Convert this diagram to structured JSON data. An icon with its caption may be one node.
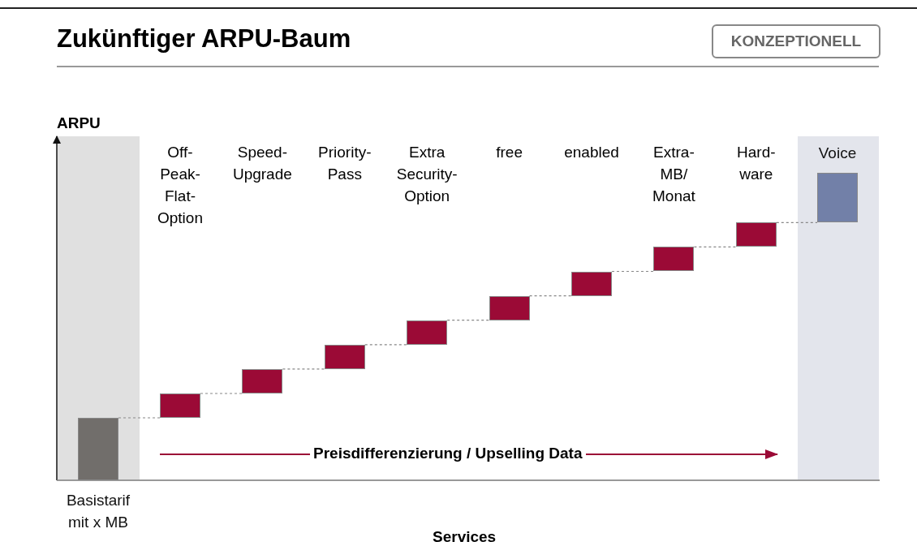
{
  "diagram": {
    "title": "Zukünftiger ARPU-Baum",
    "nodes": [
      {
        "text": [],
        "shape": "bar",
        "beside": [
          "Basistarif mit x MB"
        ]
      },
      {
        "text": [],
        "shape": "bar"
      },
      {
        "text": [],
        "shape": "bar"
      },
      {
        "text": [],
        "shape": "bar"
      },
      {
        "text": [],
        "shape": "bar"
      },
      {
        "text": [],
        "shape": "bar"
      },
      {
        "text": [],
        "shape": "bar"
      },
      {
        "text": [],
        "shape": "bar"
      },
      {
        "text": [],
        "shape": "bar"
      },
      {
        "text": [],
        "shape": "bar",
        "beside": [
          "Voice"
        ]
      }
    ],
    "edges": [
      {
        "from": 0,
        "to": 1,
        "arrow": "none",
        "style": "dashed"
      },
      {
        "from": 1,
        "to": 2,
        "arrow": "none",
        "style": "dashed"
      },
      {
        "from": 2,
        "to": 3,
        "arrow": "none",
        "style": "dashed"
      },
      {
        "from": 3,
        "to": 4,
        "arrow": "none",
        "style": "dashed"
      },
      {
        "from": 4,
        "to": 5,
        "arrow": "none",
        "style": "dashed"
      },
      {
        "from": 5,
        "to": 6,
        "arrow": "none",
        "style": "dashed"
      },
      {
        "from": 6,
        "to": 7,
        "arrow": "none",
        "style": "dashed"
      },
      {
        "from": 7,
        "to": 8,
        "arrow": "none",
        "style": "dashed"
      },
      {
        "from": 8,
        "to": 9,
        "arrow": "none",
        "style": "dashed"
      }
    ],
    "labels": [
      "KONZEPTIONELL",
      "ARPU",
      "Off- Peak- Flat- Option",
      "Speed- Upgrade",
      "Priority- Pass",
      "Extra Security- Option",
      "free",
      "enabled",
      "Extra- MB/ Monat",
      "Hard- ware",
      "Preisdifferenzierung / Upselling Data",
      "Services"
    ]
  }
}
